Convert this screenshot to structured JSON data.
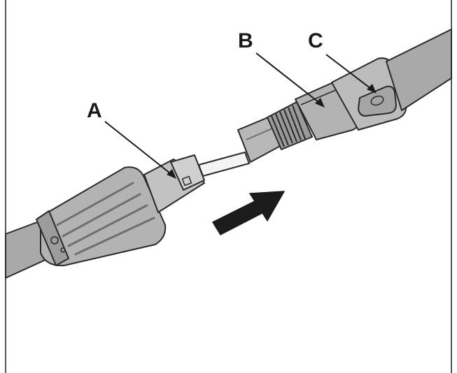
{
  "labels": {
    "a": "A",
    "b": "B",
    "c": "C"
  },
  "colors": {
    "cable": "#a9a9a9",
    "body": "#b3b3b3",
    "body_dark": "#8f8f8f",
    "outline": "#2a2a2a",
    "arrow": "#1c1c1c",
    "frame": "#555555"
  },
  "icons": {
    "direction": "arrow-up-right-icon"
  }
}
